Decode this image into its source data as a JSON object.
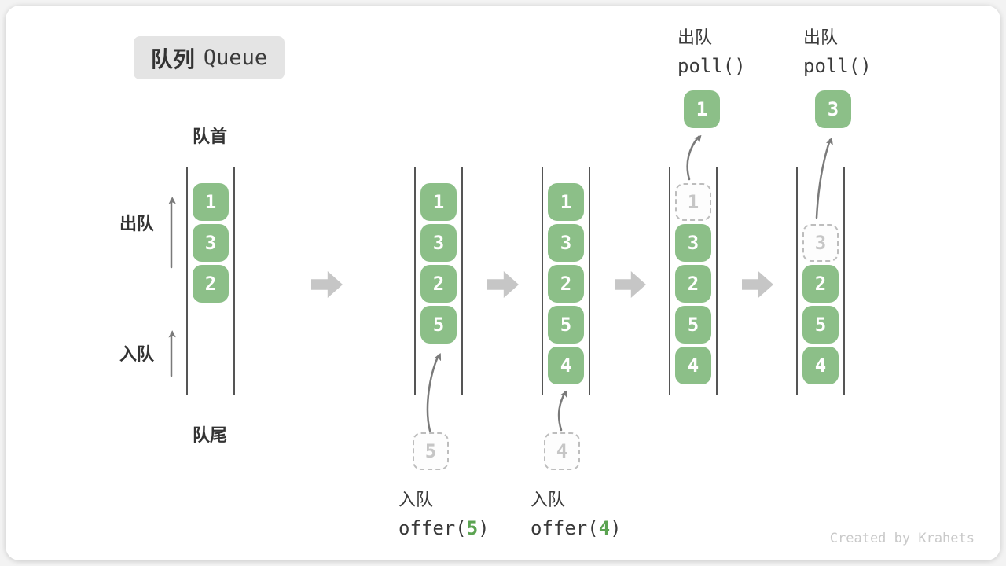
{
  "title": {
    "zh": "队列",
    "en": "Queue"
  },
  "side_labels": {
    "front": "队首",
    "rear": "队尾",
    "dequeue": "出队",
    "enqueue": "入队"
  },
  "stages": [
    {
      "items": [
        "1",
        "3",
        "2"
      ]
    },
    {
      "items": [
        "1",
        "3",
        "2",
        "5"
      ],
      "incoming": "5",
      "op": {
        "zh": "入队",
        "fn": "offer(",
        "arg": "5",
        "close": ")"
      }
    },
    {
      "items": [
        "1",
        "3",
        "2",
        "5",
        "4"
      ],
      "incoming": "4",
      "op": {
        "zh": "入队",
        "fn": "offer(",
        "arg": "4",
        "close": ")"
      }
    },
    {
      "ghost": "1",
      "items": [
        "3",
        "2",
        "5",
        "4"
      ],
      "popped": "1",
      "op": {
        "zh": "出队",
        "code": "poll()"
      }
    },
    {
      "ghost": "3",
      "items": [
        "2",
        "5",
        "4"
      ],
      "popped": "3",
      "op": {
        "zh": "出队",
        "code": "poll()"
      }
    }
  ],
  "watermark": "Created by Krahets",
  "colors": {
    "box_green": "#8cbf88",
    "code_arg_green": "#5ba351",
    "ghost_border": "#bdbdbd",
    "ghost_text": "#c6c6c6",
    "rail": "#555555",
    "thin_arrow": "#7a7a7a",
    "block_arrow": "#c6c6c6",
    "text": "#3a3a3a",
    "badge_bg": "#e4e4e4",
    "watermark": "#c9c9c9",
    "card_bg": "#ffffff"
  }
}
